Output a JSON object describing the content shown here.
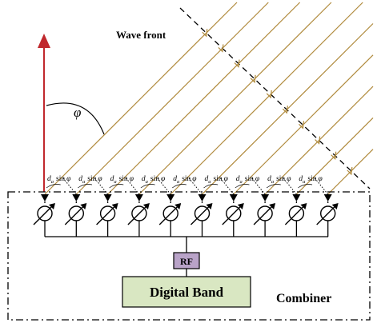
{
  "labels": {
    "wave_front": "Wave front",
    "angle": "φ",
    "spacing_d": "d",
    "spacing_sub": "a",
    "spacing_sin": "sin",
    "rf": "RF",
    "digital_band": "Digital  Band",
    "combiner": "Combiner"
  },
  "array": {
    "element_count": 10
  },
  "colors": {
    "vertical_arrow": "#c0282d",
    "rays": "#b08a3c",
    "wavefront": "#000000",
    "rf_box_fill": "#b9a3c8",
    "digital_band_fill": "#d9e7c2",
    "line": "#000000"
  }
}
